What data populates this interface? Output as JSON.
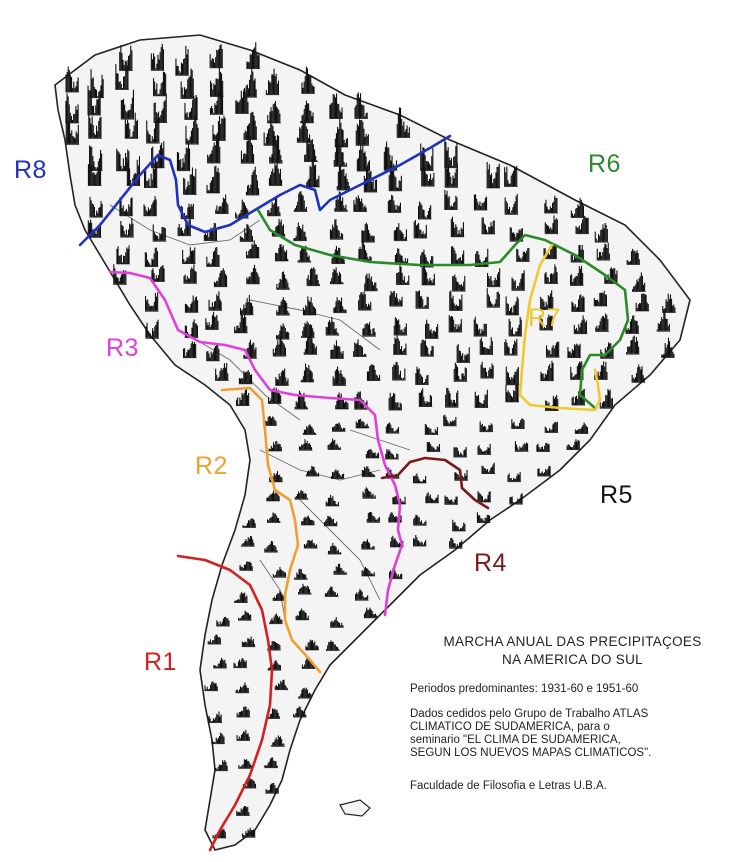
{
  "regions": [
    {
      "id": "R1",
      "label": "R1",
      "color": "#d42020"
    },
    {
      "id": "R2",
      "label": "R2",
      "color": "#f0a030"
    },
    {
      "id": "R3",
      "label": "R3",
      "color": "#e040d8"
    },
    {
      "id": "R4",
      "label": "R4",
      "color": "#7a1a1a"
    },
    {
      "id": "R5",
      "label": "R5",
      "color": "#111111"
    },
    {
      "id": "R6",
      "label": "R6",
      "color": "#2a8a2a"
    },
    {
      "id": "R7",
      "label": "R7",
      "color": "#f0c830"
    },
    {
      "id": "R8",
      "label": "R8",
      "color": "#2030c0"
    }
  ],
  "caption": {
    "title_line1": "MARCHA ANUAL DAS PRECIPITAÇOES",
    "title_line2": "NA AMERICA DO SUL",
    "period": "Periodos predominantes: 1931-60 e 1951-60",
    "credit_line1": "Dados cedidos pelo Grupo de Trabalho ATLAS",
    "credit_line2": "CLIMATICO DE SUDAMERICA, para o",
    "credit_line3": "seminario \"EL CLIMA DE SUDAMERICA,",
    "credit_line4": "SEGUN LOS NUEVOS MAPAS CLIMATICOS\".",
    "faculty": "Faculdade de Filosofia e Letras U.B.A."
  }
}
